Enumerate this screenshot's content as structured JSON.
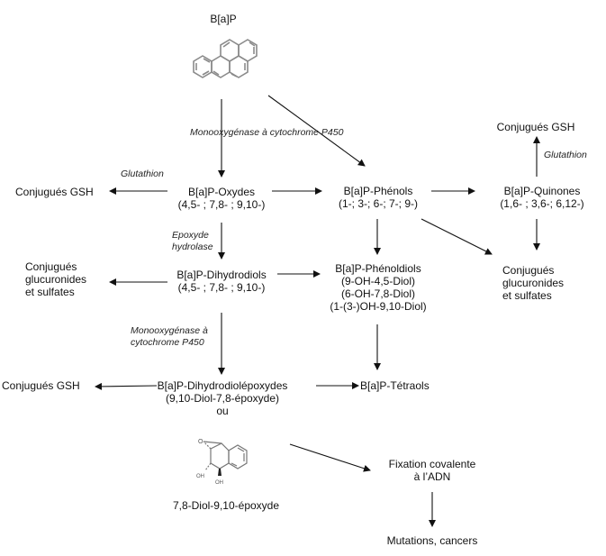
{
  "diagram": {
    "title": "B[a]P",
    "nodes": {
      "bap": "B[a]P",
      "oxydes": {
        "name": "B[a]P-Oxydes",
        "detail": "(4,5- ; 7,8- ; 9,10-)"
      },
      "phenols": {
        "name": "B[a]P-Phénols",
        "detail": "(1-; 3-; 6-; 7-; 9-)"
      },
      "quinones": {
        "name": "B[a]P-Quinones",
        "detail": "(1,6- ; 3,6-; 6,12-)"
      },
      "gsh_top_right": "Conjugués GSH",
      "gsh_left_1": "Conjugués GSH",
      "gsh_left_2": "Conjugués GSH",
      "gluc_left": [
        "Conjugués",
        "glucuronides",
        "et sulfates"
      ],
      "gluc_right": [
        "Conjugués",
        "glucuronides",
        "et sulfates"
      ],
      "dihydrodiols": {
        "name": "B[a]P-Dihydrodiols",
        "detail": "(4,5- ; 7,8- ; 9,10-)"
      },
      "phenoldiols": {
        "name": "B[a]P-Phénoldiols",
        "details": [
          "(9-OH-4,5-Diol)",
          "(6-OH-7,8-Diol)",
          "(1-(3-)OH-9,10-Diol)"
        ]
      },
      "dihydrodiolepoxydes": {
        "name": "B[a]P-Dihydrodiolépoxydes",
        "detail": "(9,10-Diol-7,8-époxyde)",
        "or": "ou"
      },
      "tetraols": "B[a]P-Tétraols",
      "diol_epoxyde": "7,8-Diol-9,10-époxyde",
      "fixation": [
        "Fixation covalente",
        "à l’ADN"
      ],
      "mutations": "Mutations, cancers"
    },
    "labels": {
      "mono1": "Monooxygénase à cytochrome P450",
      "glutathion_left": "Glutathion",
      "glutathion_right": "Glutathion",
      "epoxyde_hydrolase": [
        "Epoxyde",
        "hydrolase"
      ],
      "mono2": [
        "Monooxygénase à",
        "cytochrome P450"
      ]
    },
    "molecule_labels": {
      "oh1": "OH",
      "oh2": "OH",
      "o": "O"
    }
  }
}
